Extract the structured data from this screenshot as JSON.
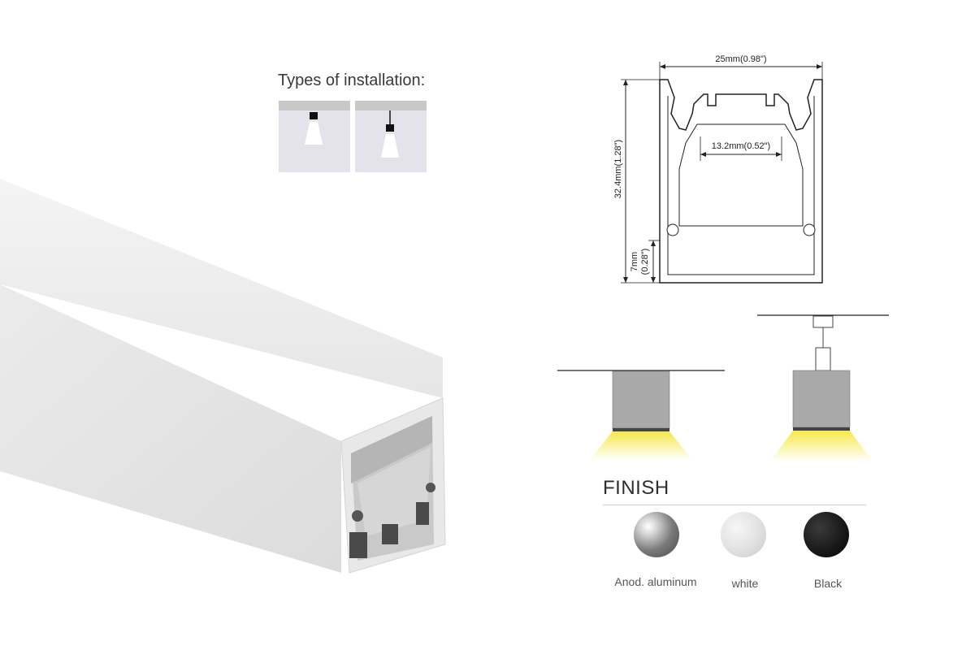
{
  "installation": {
    "title": "Types of installation:",
    "icons": [
      "surface-mount-icon",
      "pendant-mount-icon"
    ]
  },
  "drawing": {
    "width_label": "25mm(0.98\")",
    "inner_width_label": "13.2mm(0.52\")",
    "height_label": "32.4mm(1.28\")",
    "base_height_label_mm": "7mm",
    "base_height_label_in": "(0.28\")"
  },
  "finish": {
    "title": "FINISH",
    "options": [
      {
        "label": "Anod. aluminum",
        "color": "#9a9a9a"
      },
      {
        "label": "white",
        "color": "#e3e3e3"
      },
      {
        "label": "Black",
        "color": "#1a1a1a"
      }
    ]
  },
  "colors": {
    "light_beam": "#f6e84a",
    "profile_body": "#eeeeee",
    "mount_body": "#a9a9a9"
  }
}
